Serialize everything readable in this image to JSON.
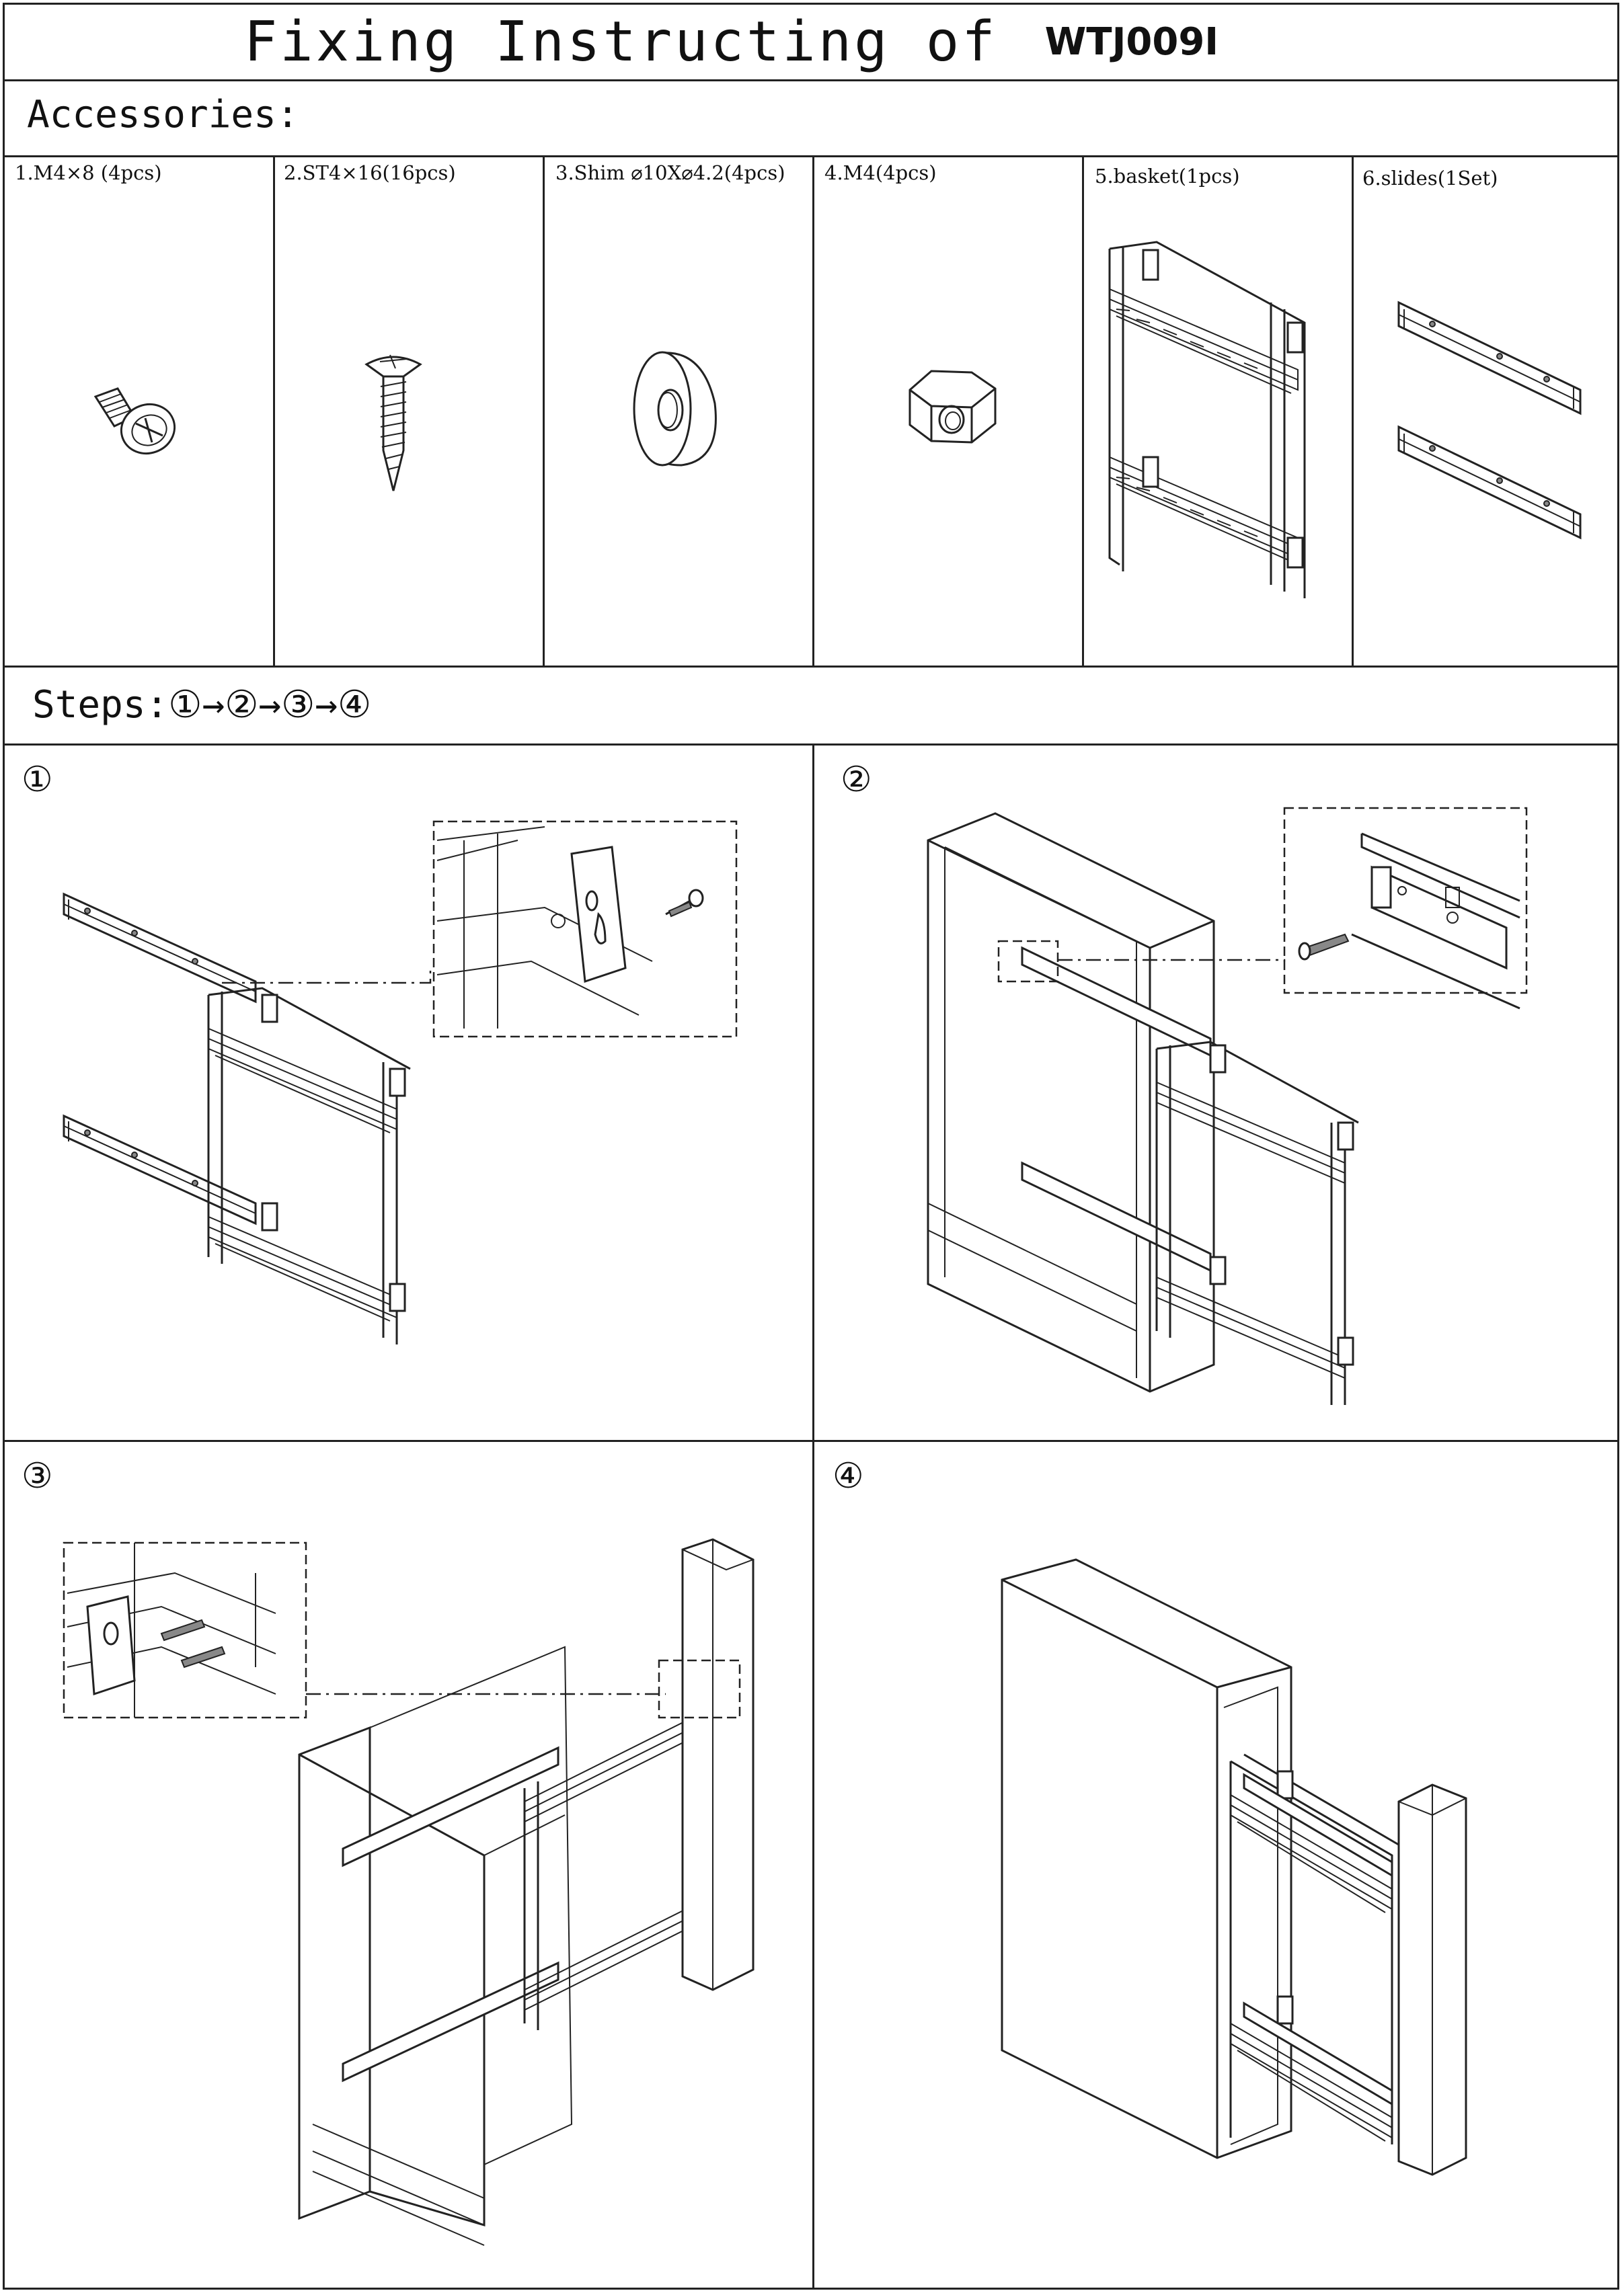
{
  "title": {
    "main": "Fixing Instructing of",
    "model": "WTJ009I"
  },
  "accessories_label": "Accessories:",
  "accessories": [
    {
      "label": "1.M4×8 (4pcs)",
      "icon": "machine-screw-icon"
    },
    {
      "label": "2.ST4×16(16pcs)",
      "icon": "wood-screw-icon"
    },
    {
      "label": "3.Shim ⌀10X⌀4.2(4pcs)",
      "icon": "shim-washer-icon"
    },
    {
      "label": "4.M4(4pcs)",
      "icon": "hex-nut-icon"
    },
    {
      "label": "5.basket(1pcs)",
      "icon": "wire-basket-icon"
    },
    {
      "label": "6.slides(1Set)",
      "icon": "slide-rails-icon"
    }
  ],
  "steps_label": "Steps:①→②→③→④",
  "steps": [
    {
      "number": "①",
      "illustration": "attach-slides-to-basket"
    },
    {
      "number": "②",
      "illustration": "mount-into-cabinet"
    },
    {
      "number": "③",
      "illustration": "attach-front-panel"
    },
    {
      "number": "④",
      "illustration": "finished-installation"
    }
  ]
}
